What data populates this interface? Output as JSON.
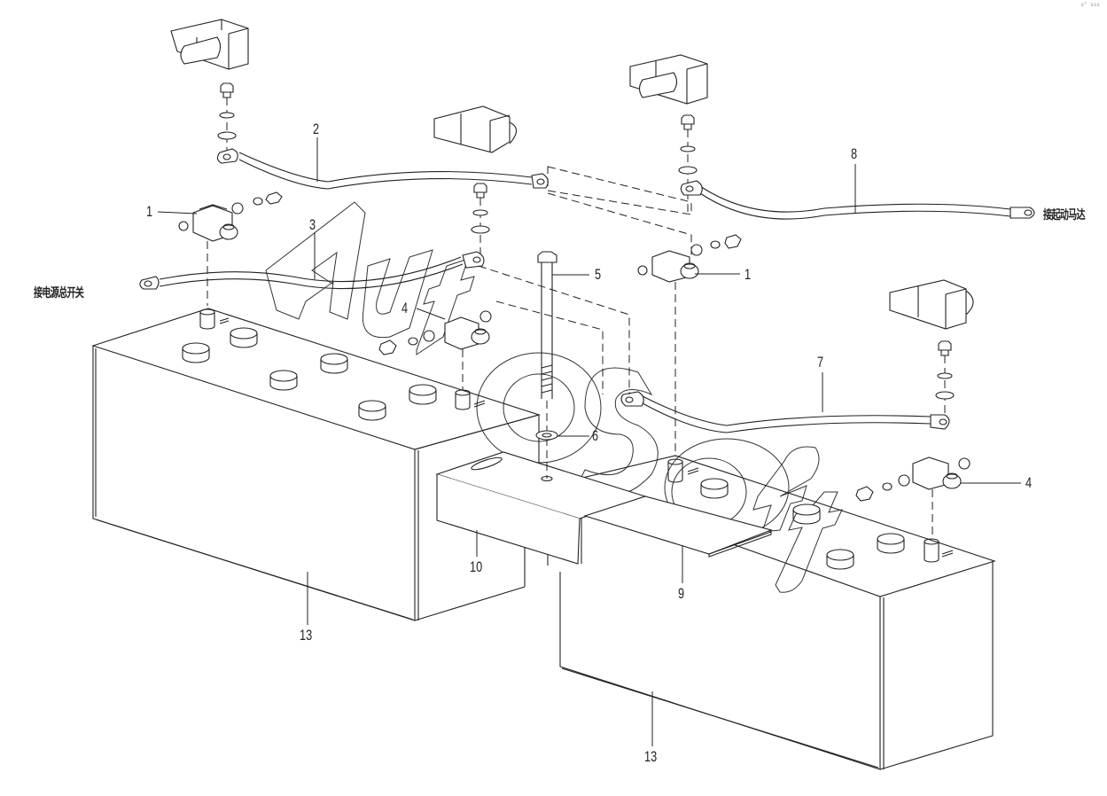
{
  "diagram": {
    "title": "Battery installation exploded view",
    "corner_mark": "s° sss",
    "watermark": "AutoSoft",
    "annotations": [
      {
        "id": "to-main-switch",
        "text": "接电源总开关",
        "meaning": "To main power switch"
      },
      {
        "id": "to-starter-motor",
        "text": "接起动马达",
        "meaning": "To starter motor"
      }
    ],
    "callouts": [
      {
        "id": "c1a",
        "label": "1",
        "part": "Battery terminal clamp"
      },
      {
        "id": "c2",
        "label": "2",
        "part": "Battery connecting cable"
      },
      {
        "id": "c3",
        "label": "3",
        "part": "Cable to main power switch"
      },
      {
        "id": "c4a",
        "label": "4",
        "part": "Battery terminal clamp"
      },
      {
        "id": "c5",
        "label": "5",
        "part": "Hold-down bolt"
      },
      {
        "id": "c1b",
        "label": "1",
        "part": "Battery terminal clamp"
      },
      {
        "id": "c6",
        "label": "6",
        "part": "Washer"
      },
      {
        "id": "c7",
        "label": "7",
        "part": "Battery connecting cable"
      },
      {
        "id": "c8",
        "label": "8",
        "part": "Cable to starter motor"
      },
      {
        "id": "c4b",
        "label": "4",
        "part": "Battery terminal clamp"
      },
      {
        "id": "c10",
        "label": "10",
        "part": "Hold-down bracket"
      },
      {
        "id": "c9",
        "label": "9",
        "part": "Hold-down plate"
      },
      {
        "id": "c13a",
        "label": "13",
        "part": "Battery"
      },
      {
        "id": "c13b",
        "label": "13",
        "part": "Battery"
      }
    ]
  }
}
